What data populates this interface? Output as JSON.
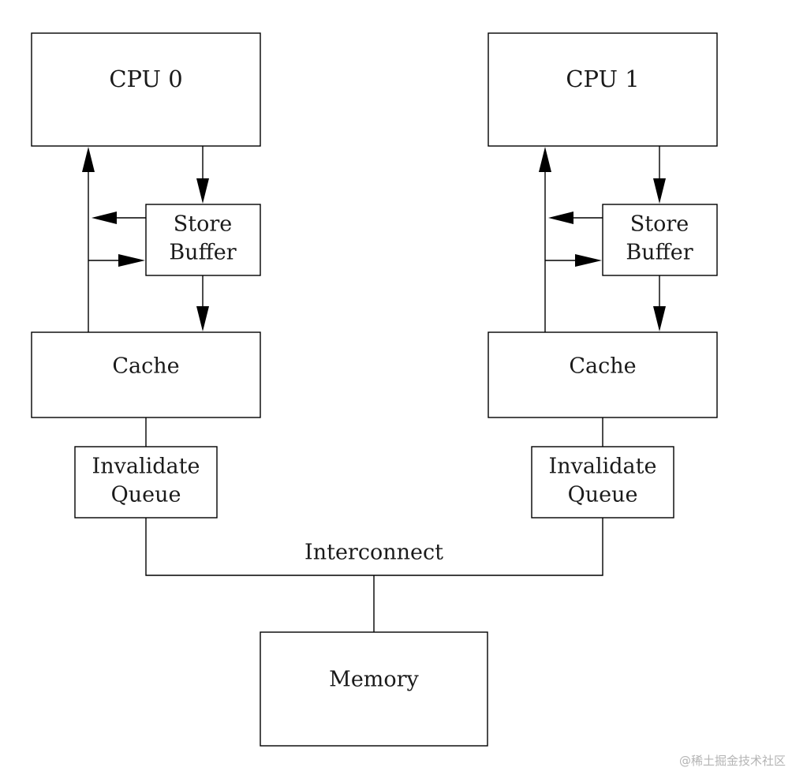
{
  "cpus": [
    {
      "cpu_label": "CPU 0",
      "store_buffer_lines": [
        "Store",
        "Buffer"
      ],
      "cache_label": "Cache",
      "invalidate_queue_lines": [
        "Invalidate",
        "Queue"
      ]
    },
    {
      "cpu_label": "CPU 1",
      "store_buffer_lines": [
        "Store",
        "Buffer"
      ],
      "cache_label": "Cache",
      "invalidate_queue_lines": [
        "Invalidate",
        "Queue"
      ]
    }
  ],
  "interconnect_label": "Interconnect",
  "memory_label": "Memory",
  "watermark": "@稀土掘金技术社区",
  "colors": {
    "line": "#000000",
    "text": "#1a1a1a",
    "background": "#ffffff",
    "watermark": "#b4b4b4"
  }
}
